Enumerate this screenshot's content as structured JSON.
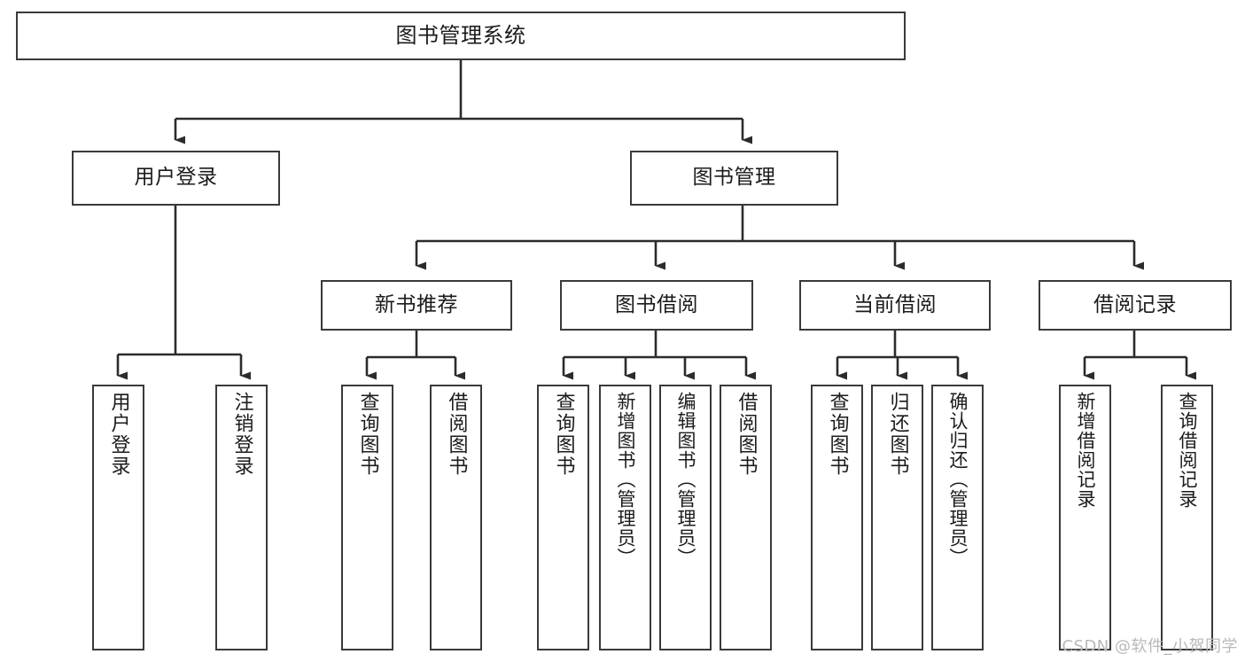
{
  "diagram": {
    "title": "图书管理系统",
    "type": "tree-hierarchy",
    "root": {
      "label": "图书管理系统"
    },
    "level2": [
      {
        "label": "用户登录"
      },
      {
        "label": "图书管理"
      }
    ],
    "level3": [
      {
        "label": "新书推荐"
      },
      {
        "label": "图书借阅"
      },
      {
        "label": "当前借阅"
      },
      {
        "label": "借阅记录"
      }
    ],
    "leaves": {
      "user_login": [
        {
          "label": "用户登录"
        },
        {
          "label": "注销登录"
        }
      ],
      "new_book_recommend": [
        {
          "label": "查询图书"
        },
        {
          "label": "借阅图书"
        }
      ],
      "book_borrow": [
        {
          "label": "查询图书"
        },
        {
          "label": "新增图书（管理员）"
        },
        {
          "label": "编辑图书（管理员）"
        },
        {
          "label": "借阅图书"
        }
      ],
      "current_borrow": [
        {
          "label": "查询图书"
        },
        {
          "label": "归还图书"
        },
        {
          "label": "确认归还（管理员）"
        }
      ],
      "borrow_record": [
        {
          "label": "新增借阅记录"
        },
        {
          "label": "查询借阅记录"
        }
      ]
    }
  },
  "watermark": {
    "text": "CSDN @软件_小贺同学"
  },
  "colors": {
    "box_border": "#3a3a3a",
    "connector": "#2b2b2b",
    "background": "#ffffff",
    "text": "#1b1b1b",
    "watermark": "#b9b9b9"
  }
}
